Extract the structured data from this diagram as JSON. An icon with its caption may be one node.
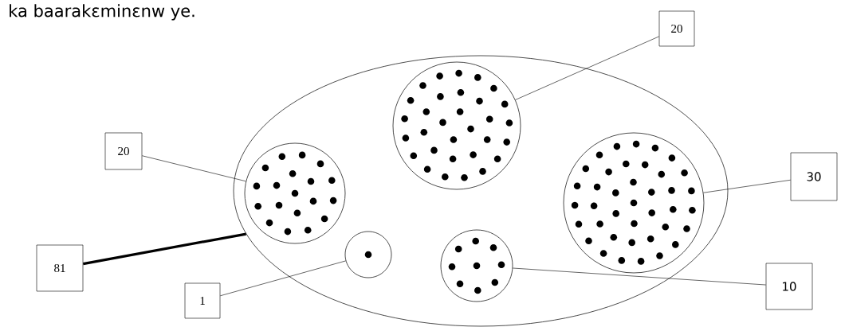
{
  "diagram": {
    "title": "ka baarakɛminɛnw ye.",
    "nodes": [
      {
        "text": [],
        "shape": "ellipse"
      },
      {
        "text": [],
        "shape": "circle",
        "in": 0
      },
      {
        "text": [],
        "shape": "circle",
        "in": 0
      },
      {
        "text": [],
        "shape": "circle",
        "in": 0
      },
      {
        "text": [],
        "shape": "circle",
        "in": 0
      },
      {
        "text": [],
        "shape": "circle",
        "in": 0
      },
      {
        "text": [
          "20"
        ]
      },
      {
        "text": [
          "20"
        ]
      },
      {
        "text": [
          "30"
        ]
      },
      {
        "text": [
          "81"
        ]
      },
      {
        "text": [
          "1"
        ]
      },
      {
        "text": [
          "10"
        ]
      }
    ],
    "edges": [
      {
        "from": 6,
        "to": 1,
        "arrow": "none"
      },
      {
        "from": 7,
        "to": 2,
        "arrow": "none"
      },
      {
        "from": 8,
        "to": 3,
        "arrow": "none"
      },
      {
        "from": 9,
        "to": 0,
        "arrow": "none",
        "style": "thick"
      },
      {
        "from": 10,
        "to": 4,
        "arrow": "none"
      },
      {
        "from": 11,
        "to": 5,
        "arrow": "none"
      }
    ]
  }
}
